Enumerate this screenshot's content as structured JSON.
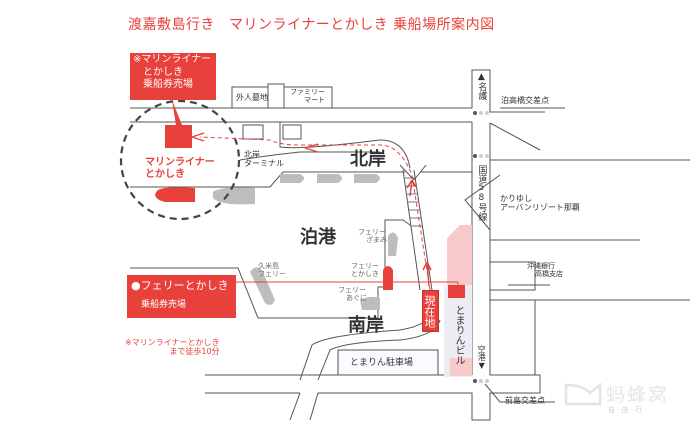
{
  "title": {
    "destination": "渡嘉敷島行き",
    "main": "マリンライナーとかしき 乗船場所案内図"
  },
  "colors": {
    "accent": "#e8403a",
    "pink": "#f7c9cb",
    "boat_gray": "#bdbdbd"
  },
  "labels": {
    "marine_ticket_box": [
      "※マリンライナー",
      "とかしき",
      "乗船券売場"
    ],
    "marine_liner": [
      "マリンライナー",
      "とかしき"
    ],
    "foreign_cemetery": "外人墓地",
    "family_mart": [
      "ファミリー",
      "マート"
    ],
    "nago": "▲名護",
    "tomari_takahashi": "泊高橋交差点",
    "hokugan_terminal": [
      "北岸",
      "ターミナル"
    ],
    "hokugan": "北岸",
    "route58": "国道58号線",
    "kariyushi": [
      "かりゆし",
      "アーバンリゾート那覇"
    ],
    "tomari_port": "泊港",
    "ferry_zamami": [
      "フェリー",
      "ざまみ"
    ],
    "kumejima_ferry": [
      "久米島",
      "フェリー"
    ],
    "ferry_tokashiki": [
      "フェリー",
      "とかしき"
    ],
    "ferry_aguni": [
      "フェリー",
      "あぐに"
    ],
    "okinawa_bank": [
      "沖縄銀行",
      "高橋支店"
    ],
    "ferry_ticket_box": [
      "●フェリーとかしき",
      "乗船券売場"
    ],
    "current_location": "現在地",
    "nangan": "南岸",
    "tomarin_building": "とまりんビル",
    "walk_note": [
      "※マリンライナーとかしき",
      "まで徒歩10分"
    ],
    "tomarin_parking": "とまりん駐車場",
    "airport": "空港▼",
    "maejima": "前島交差点"
  },
  "watermark": {
    "name": "蚂蜂窝",
    "sub": "自 · 由 · 行"
  }
}
